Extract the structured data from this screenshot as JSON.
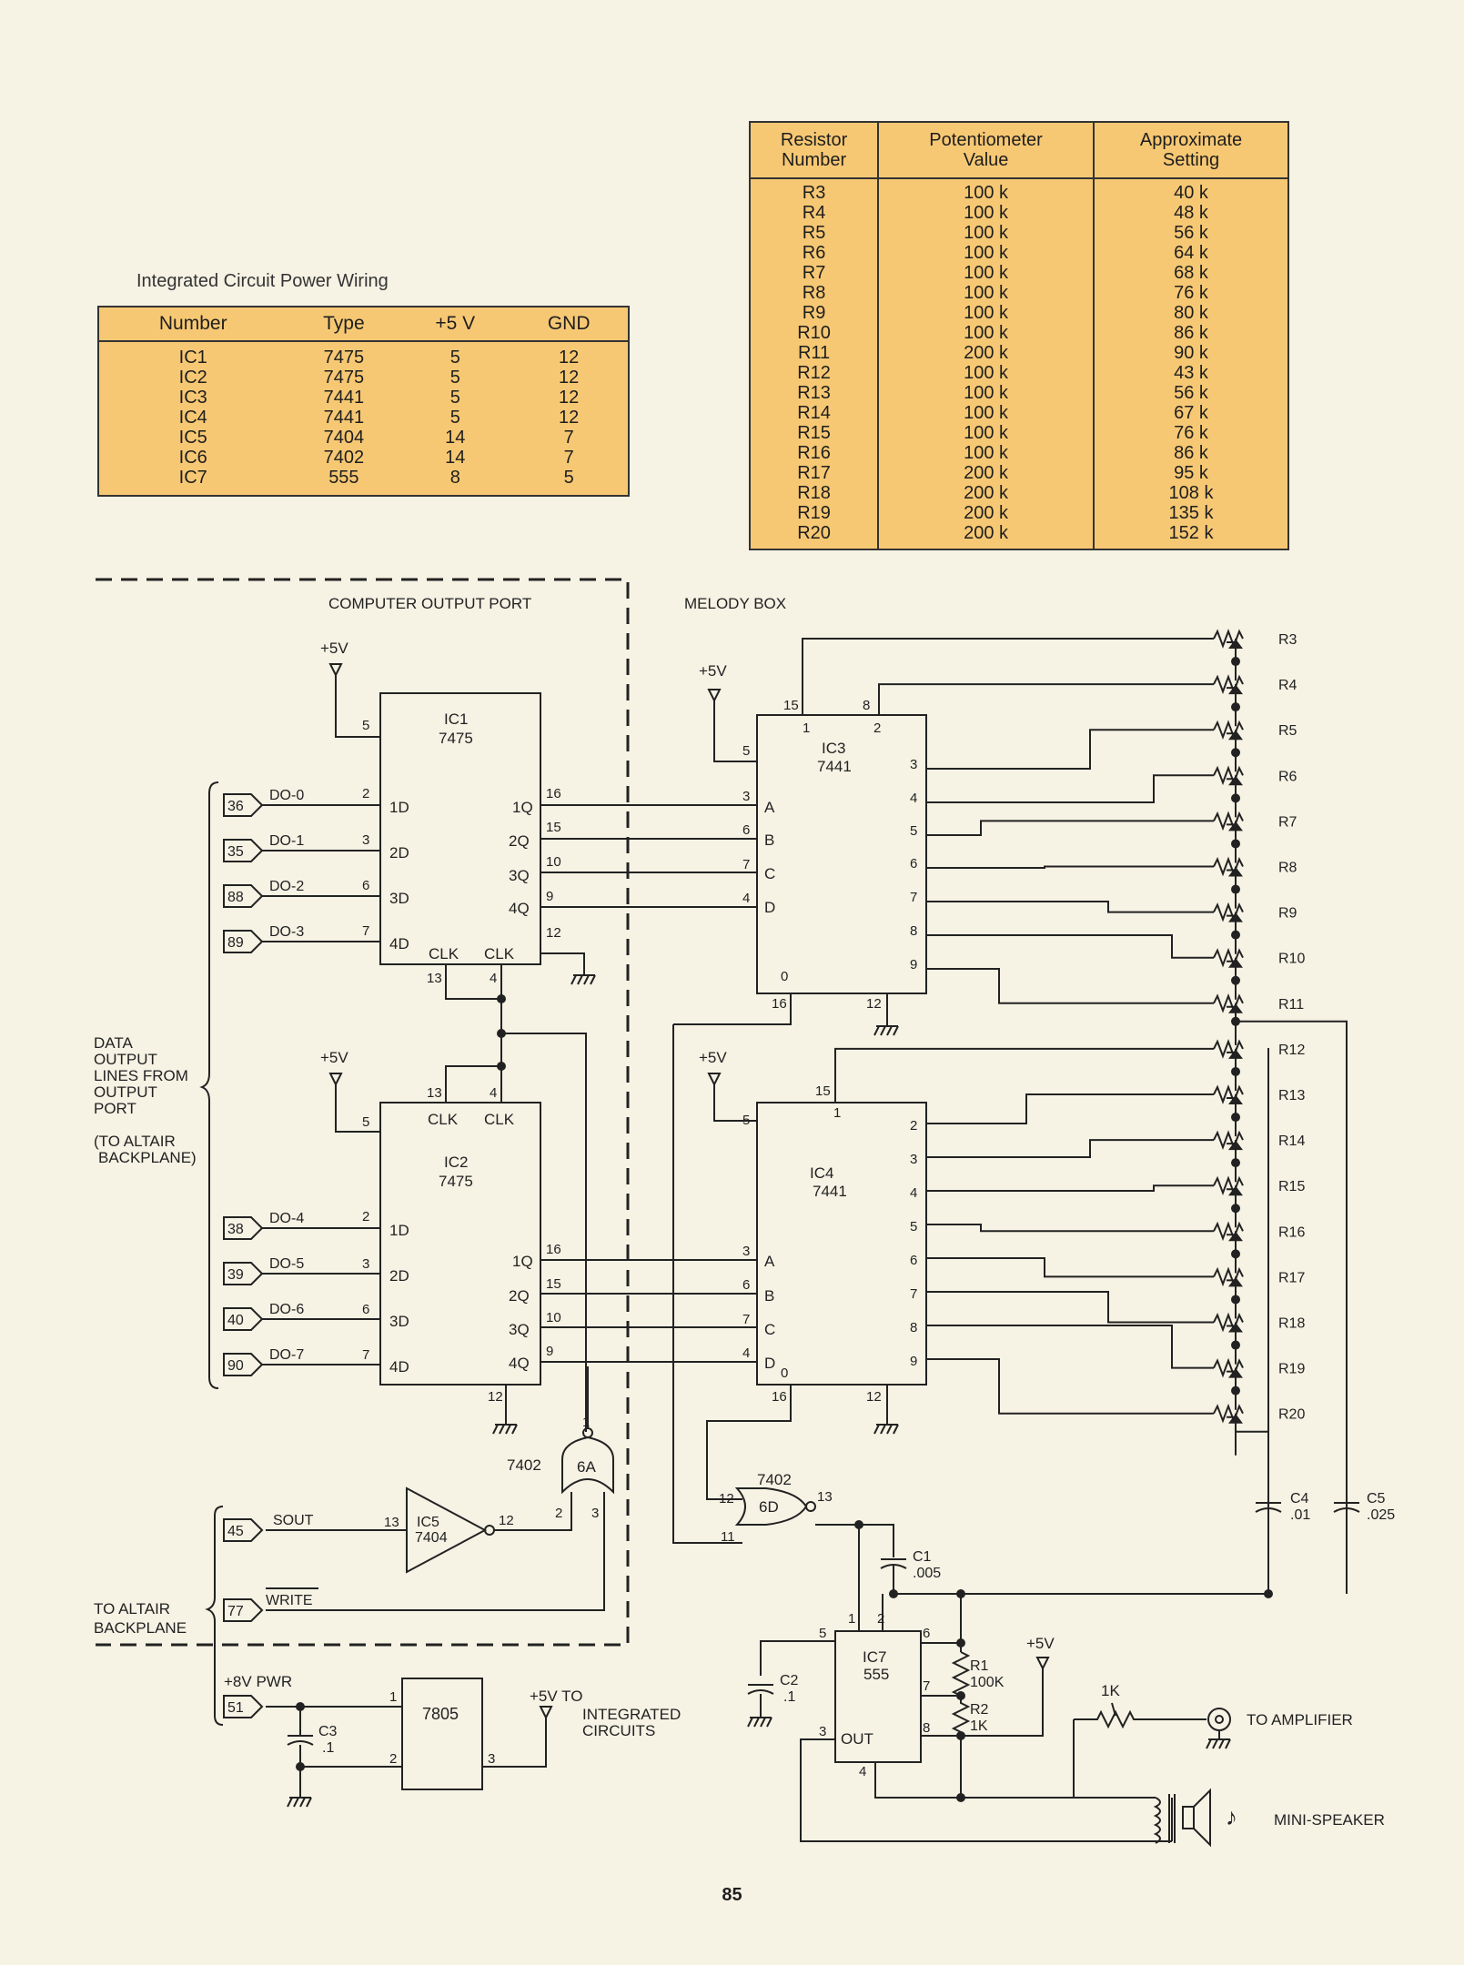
{
  "power_table": {
    "caption": "Integrated Circuit Power Wiring",
    "headers": [
      "Number",
      "Type",
      "+5 V",
      "GND"
    ],
    "rows": [
      [
        "IC1",
        "7475",
        "5",
        "12"
      ],
      [
        "IC2",
        "7475",
        "5",
        "12"
      ],
      [
        "IC3",
        "7441",
        "5",
        "12"
      ],
      [
        "IC4",
        "7441",
        "5",
        "12"
      ],
      [
        "IC5",
        "7404",
        "14",
        "7"
      ],
      [
        "IC6",
        "7402",
        "14",
        "7"
      ],
      [
        "IC7",
        "555",
        "8",
        "5"
      ]
    ]
  },
  "resistor_table": {
    "headers": [
      "Resistor\nNumber",
      "Potentiometer\nValue",
      "Approximate\nSetting"
    ],
    "rows": [
      [
        "R3",
        "100 k",
        "40 k"
      ],
      [
        "R4",
        "100 k",
        "48 k"
      ],
      [
        "R5",
        "100 k",
        "56 k"
      ],
      [
        "R6",
        "100 k",
        "64 k"
      ],
      [
        "R7",
        "100 k",
        "68 k"
      ],
      [
        "R8",
        "100 k",
        "76 k"
      ],
      [
        "R9",
        "100 k",
        "80 k"
      ],
      [
        "R10",
        "100 k",
        "86 k"
      ],
      [
        "R11",
        "200 k",
        "90 k"
      ],
      [
        "R12",
        "100 k",
        "43 k"
      ],
      [
        "R13",
        "100 k",
        "56 k"
      ],
      [
        "R14",
        "100 k",
        "67 k"
      ],
      [
        "R15",
        "100 k",
        "76 k"
      ],
      [
        "R16",
        "100 k",
        "86 k"
      ],
      [
        "R17",
        "200 k",
        "95 k"
      ],
      [
        "R18",
        "200 k",
        "108 k"
      ],
      [
        "R19",
        "200 k",
        "135 k"
      ],
      [
        "R20",
        "200 k",
        "152 k"
      ]
    ]
  },
  "schematic": {
    "section_labels": {
      "computer_output_port": "COMPUTER OUTPUT PORT",
      "melody_box": "MELODY BOX",
      "data_output_lines": [
        "DATA",
        "OUTPUT",
        "LINES FROM",
        "OUTPUT",
        "PORT"
      ],
      "to_altair_backplane_1": [
        "(TO ALTAIR",
        "BACKPLANE)"
      ],
      "to_altair_backplane_2": [
        "TO ALTAIR",
        "BACKPLANE"
      ]
    },
    "supply": {
      "plus5v": "+5V",
      "plus8v_pwr": "+8V PWR"
    },
    "ic1": {
      "name": "IC1",
      "type": "7475"
    },
    "ic2": {
      "name": "IC2",
      "type": "7475"
    },
    "ic3": {
      "name": "IC3",
      "type": "7441"
    },
    "ic4": {
      "name": "IC4",
      "type": "7441"
    },
    "ic5": {
      "name": "IC5",
      "type": "7404"
    },
    "ic6a": {
      "name": "6A",
      "type": "7402"
    },
    "ic6d": {
      "name": "6D",
      "type": "7402"
    },
    "ic7": {
      "name": "IC7",
      "type": "555",
      "out": "OUT"
    },
    "regulator": {
      "type": "7805"
    },
    "latch_pins": {
      "inputs": [
        "1D",
        "2D",
        "3D",
        "4D"
      ],
      "outputs": [
        "1Q",
        "2Q",
        "3Q",
        "4Q"
      ],
      "clk": "CLK"
    },
    "decoder_inputs": [
      "A",
      "B",
      "C",
      "D"
    ],
    "connectors_ic1": [
      {
        "pin": "36",
        "line": "DO-0"
      },
      {
        "pin": "35",
        "line": "DO-1"
      },
      {
        "pin": "88",
        "line": "DO-2"
      },
      {
        "pin": "89",
        "line": "DO-3"
      }
    ],
    "connectors_ic2": [
      {
        "pin": "38",
        "line": "DO-4"
      },
      {
        "pin": "39",
        "line": "DO-5"
      },
      {
        "pin": "40",
        "line": "DO-6"
      },
      {
        "pin": "90",
        "line": "DO-7"
      }
    ],
    "sout": {
      "pin": "45",
      "label": "SOUT"
    },
    "write": {
      "pin": "77",
      "label": "WRITE"
    },
    "power_in": {
      "pin": "51"
    },
    "to_ics": [
      "+5V  TO",
      "INTEGRATED",
      "CIRCUITS"
    ],
    "resistors": [
      "R3",
      "R4",
      "R5",
      "R6",
      "R7",
      "R8",
      "R9",
      "R10",
      "R11",
      "R12",
      "R13",
      "R14",
      "R15",
      "R16",
      "R17",
      "R18",
      "R19",
      "R20"
    ],
    "caps": {
      "c1": [
        "C1",
        ".005"
      ],
      "c2": [
        "C2",
        ".1"
      ],
      "c3": [
        "C3",
        ".1"
      ],
      "c4": [
        "C4",
        ".01"
      ],
      "c5": [
        "C5",
        ".025"
      ]
    },
    "r1": [
      "R1",
      "100K"
    ],
    "r2": [
      "R2",
      "1K"
    ],
    "pot_1k": "1K",
    "to_amplifier": "TO AMPLIFIER",
    "mini_speaker": "MINI-SPEAKER"
  },
  "page_number": "85"
}
